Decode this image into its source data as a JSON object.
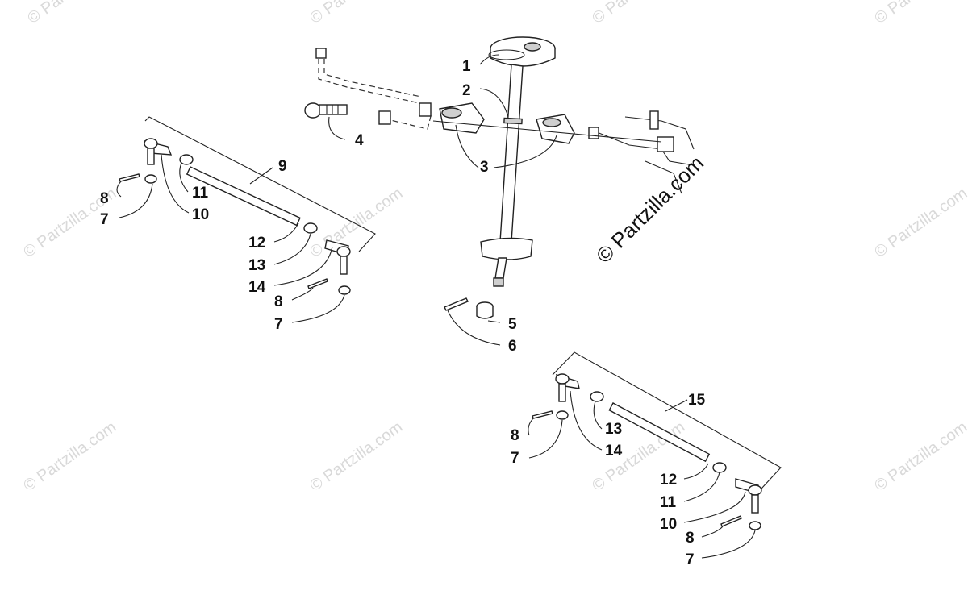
{
  "brand_text": "© Partzilla.com",
  "watermark_text": "© Partzilla.com",
  "callouts": {
    "c1": "1",
    "c2": "2",
    "c3": "3",
    "c4": "4",
    "c5": "5",
    "c6": "6",
    "left_7a": "7",
    "left_8a": "8",
    "left_9": "9",
    "left_10": "10",
    "left_11": "11",
    "left_12": "12",
    "left_13": "13",
    "left_14": "14",
    "left_8b": "8",
    "left_7b": "7",
    "right_15": "15",
    "right_13": "13",
    "right_14": "14",
    "right_8a": "8",
    "right_7a": "7",
    "right_12": "12",
    "right_11": "11",
    "right_10": "10",
    "right_8b": "8",
    "right_7b": "7"
  }
}
